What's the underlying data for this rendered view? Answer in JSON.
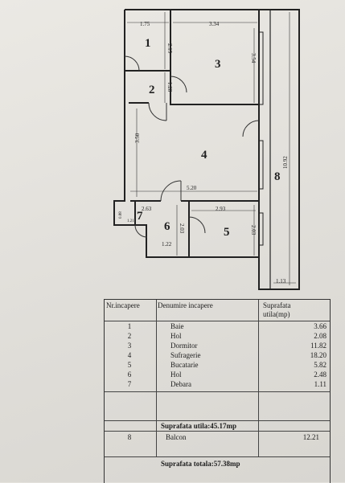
{
  "plan": {
    "dims": {
      "baie_w": "1.75",
      "dorm_w": "3.34",
      "baie_h": "2.15",
      "hol_h": "1.28",
      "dorm_h": "3.54",
      "suf_h": "3.50",
      "suf_w": "5.20",
      "total_h": "10.92",
      "hol6_w": "2.63",
      "buc_w": "2.93",
      "deb_h": "0.88",
      "deb_w": "1.21",
      "hol6_h": "2.03",
      "buc_h": "2.03",
      "hol6_small": "1.22",
      "balcon_w": "1.13"
    },
    "rooms": [
      "1",
      "2",
      "3",
      "4",
      "5",
      "6",
      "7",
      "8"
    ]
  },
  "table": {
    "headers": {
      "nr": "Nr.incapere",
      "name": "Denumire incapere",
      "area": "Suprafata utila(mp)"
    },
    "rows": [
      {
        "nr": "1",
        "name": "Baie",
        "area": "3.66"
      },
      {
        "nr": "2",
        "name": "Hol",
        "area": "2.08"
      },
      {
        "nr": "3",
        "name": "Dormitor",
        "area": "11.82"
      },
      {
        "nr": "4",
        "name": "Sufragerie",
        "area": "18.20"
      },
      {
        "nr": "5",
        "name": "Bucatarie",
        "area": "5.82"
      },
      {
        "nr": "6",
        "name": "Hol",
        "area": "2.48"
      },
      {
        "nr": "7",
        "name": "Debara",
        "area": "1.11"
      }
    ],
    "useful_total": "Suprafata utila:45.17mp",
    "balcon": {
      "nr": "8",
      "name": "Balcon",
      "area": "12.21"
    },
    "grand_total": "Suprafata totala:57.38mp"
  }
}
